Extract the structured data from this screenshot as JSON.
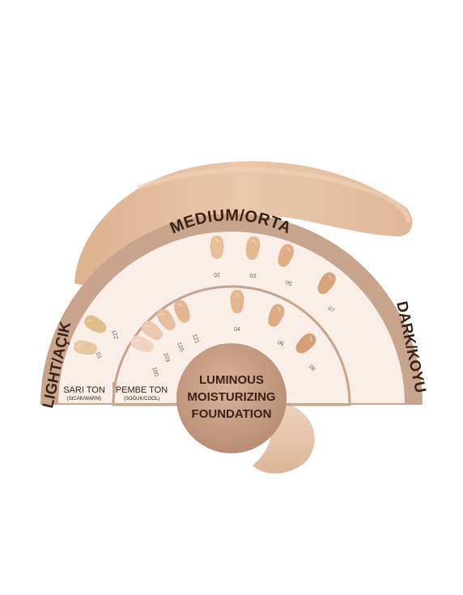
{
  "arc_labels": {
    "medium": "MEDIUM/ORTA",
    "light": "LIGHT/AÇIK",
    "dark": "DARK/KOYU"
  },
  "tone_labels": {
    "warm_title": "SARI TON",
    "warm_sub": "(SICAK/WARM)",
    "cool_title": "PEMBE TON",
    "cool_sub": "(SOĞUK/COOL)"
  },
  "center_label": {
    "line1": "LUMINOUS",
    "line2": "MOISTURIZING",
    "line3": "FOUNDATION"
  },
  "swatches": {
    "warm_light": [
      {
        "code": "01",
        "color": "#e9c7a1"
      },
      {
        "code": "122",
        "color": "#e2bc8b"
      }
    ],
    "cool_light": [
      {
        "code": "100",
        "color": "#f2d2c0"
      },
      {
        "code": "103",
        "color": "#ecc6ad"
      },
      {
        "code": "120",
        "color": "#e7bd9f"
      },
      {
        "code": "121",
        "color": "#e3b694"
      }
    ],
    "medium_outer": [
      {
        "code": "02",
        "color": "#e8bf9b"
      },
      {
        "code": "03",
        "color": "#e3b893"
      },
      {
        "code": "05",
        "color": "#dfae86"
      },
      {
        "code": "07",
        "color": "#d7a47b"
      }
    ],
    "medium_inner": [
      {
        "code": "04",
        "color": "#e3b790"
      },
      {
        "code": "06",
        "color": "#dbab81"
      },
      {
        "code": "08",
        "color": "#d4a078"
      }
    ]
  },
  "colors": {
    "frame": "#c9a48d",
    "frame_dark": "#a87e66",
    "panel": "#f9efe8",
    "text_dark": "#3b2116",
    "text_code": "#7a5a4a",
    "disc": "#c69c82",
    "smear": "#e2b896"
  }
}
